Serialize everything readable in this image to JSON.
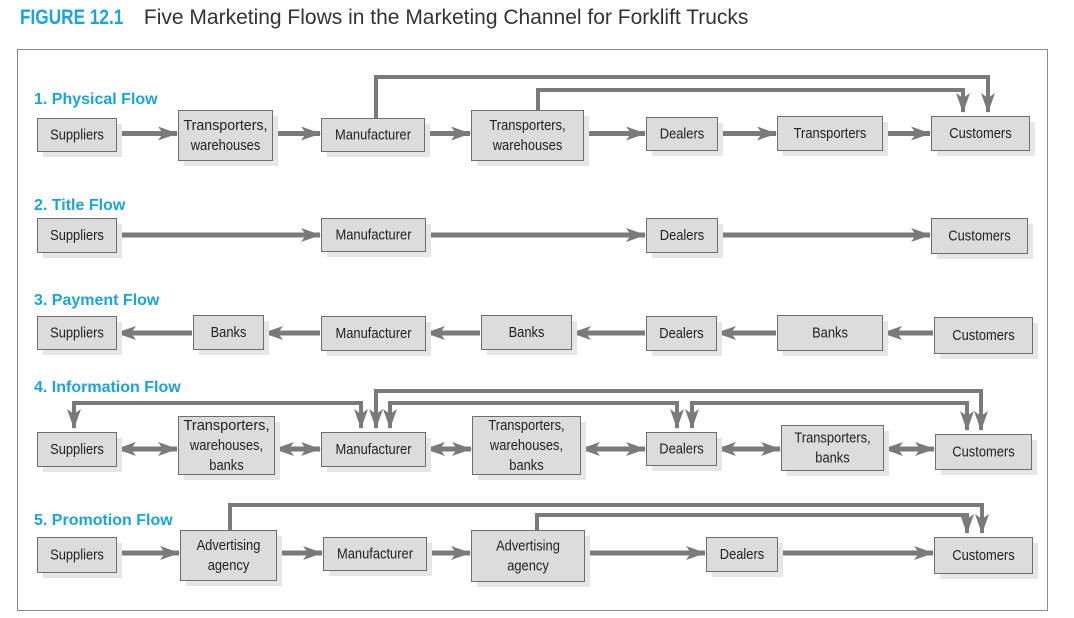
{
  "figure": {
    "number": "FIGURE 12.1",
    "title": "Five Marketing Flows in the Marketing Channel for Forklift Trucks"
  },
  "colors": {
    "accent": "#1aa3dd",
    "box_fill": "#dcdcdc",
    "box_border": "#6e6e6e",
    "box_shadow": "#e6e6e6",
    "arrow": "#7a7a7a",
    "text": "#222222"
  },
  "flows": [
    {
      "id": "physical",
      "label": "1. Physical Flow",
      "nodes": [
        {
          "id": "p1",
          "lines": [
            "Suppliers"
          ]
        },
        {
          "id": "p2",
          "lines": [
            "Transporters,",
            "warehouses"
          ]
        },
        {
          "id": "p3",
          "lines": [
            "Manufacturer"
          ]
        },
        {
          "id": "p4",
          "lines": [
            "Transporters,",
            "warehouses"
          ]
        },
        {
          "id": "p5",
          "lines": [
            "Dealers"
          ]
        },
        {
          "id": "p6",
          "lines": [
            "Transporters"
          ]
        },
        {
          "id": "p7",
          "lines": [
            "Customers"
          ]
        }
      ],
      "links": [
        {
          "from": "p1",
          "to": "p2",
          "dir": "forward"
        },
        {
          "from": "p2",
          "to": "p3",
          "dir": "forward"
        },
        {
          "from": "p3",
          "to": "p4",
          "dir": "forward"
        },
        {
          "from": "p4",
          "to": "p5",
          "dir": "forward"
        },
        {
          "from": "p5",
          "to": "p6",
          "dir": "forward"
        },
        {
          "from": "p6",
          "to": "p7",
          "dir": "forward"
        }
      ],
      "bypasses": [
        {
          "from": "p3",
          "to": "p7"
        },
        {
          "from": "p4",
          "to": "p7"
        }
      ]
    },
    {
      "id": "title",
      "label": "2. Title Flow",
      "nodes": [
        {
          "id": "t1",
          "lines": [
            "Suppliers"
          ]
        },
        {
          "id": "t2",
          "lines": [
            "Manufacturer"
          ]
        },
        {
          "id": "t3",
          "lines": [
            "Dealers"
          ]
        },
        {
          "id": "t4",
          "lines": [
            "Customers"
          ]
        }
      ],
      "links": [
        {
          "from": "t1",
          "to": "t2",
          "dir": "forward"
        },
        {
          "from": "t2",
          "to": "t3",
          "dir": "forward"
        },
        {
          "from": "t3",
          "to": "t4",
          "dir": "forward"
        }
      ],
      "bypasses": []
    },
    {
      "id": "payment",
      "label": "3. Payment Flow",
      "nodes": [
        {
          "id": "m1",
          "lines": [
            "Suppliers"
          ]
        },
        {
          "id": "m2",
          "lines": [
            "Banks"
          ]
        },
        {
          "id": "m3",
          "lines": [
            "Manufacturer"
          ]
        },
        {
          "id": "m4",
          "lines": [
            "Banks"
          ]
        },
        {
          "id": "m5",
          "lines": [
            "Dealers"
          ]
        },
        {
          "id": "m6",
          "lines": [
            "Banks"
          ]
        },
        {
          "id": "m7",
          "lines": [
            "Customers"
          ]
        }
      ],
      "links": [
        {
          "from": "m1",
          "to": "m2",
          "dir": "backward"
        },
        {
          "from": "m2",
          "to": "m3",
          "dir": "backward"
        },
        {
          "from": "m3",
          "to": "m4",
          "dir": "backward"
        },
        {
          "from": "m4",
          "to": "m5",
          "dir": "backward"
        },
        {
          "from": "m5",
          "to": "m6",
          "dir": "backward"
        },
        {
          "from": "m6",
          "to": "m7",
          "dir": "backward"
        }
      ],
      "bypasses": []
    },
    {
      "id": "information",
      "label": "4. Information Flow",
      "nodes": [
        {
          "id": "i1",
          "lines": [
            "Suppliers"
          ]
        },
        {
          "id": "i2",
          "lines": [
            "Transporters,",
            "warehouses,",
            "banks"
          ]
        },
        {
          "id": "i3",
          "lines": [
            "Manufacturer"
          ]
        },
        {
          "id": "i4",
          "lines": [
            "Transporters,",
            "warehouses,",
            "banks"
          ]
        },
        {
          "id": "i5",
          "lines": [
            "Dealers"
          ]
        },
        {
          "id": "i6",
          "lines": [
            "Transporters,",
            "banks"
          ]
        },
        {
          "id": "i7",
          "lines": [
            "Customers"
          ]
        }
      ],
      "links": [
        {
          "from": "i1",
          "to": "i2",
          "dir": "both"
        },
        {
          "from": "i2",
          "to": "i3",
          "dir": "both"
        },
        {
          "from": "i3",
          "to": "i4",
          "dir": "both"
        },
        {
          "from": "i4",
          "to": "i5",
          "dir": "both"
        },
        {
          "from": "i5",
          "to": "i6",
          "dir": "both"
        },
        {
          "from": "i6",
          "to": "i7",
          "dir": "both"
        }
      ],
      "bypasses": [
        {
          "from": "i1",
          "to": "i3",
          "bidirectional": true
        },
        {
          "from": "i3",
          "to": "i7",
          "bidirectional": true
        },
        {
          "from": "i3",
          "to": "i5",
          "bidirectional": true
        },
        {
          "from": "i5",
          "to": "i7",
          "bidirectional": true
        }
      ]
    },
    {
      "id": "promotion",
      "label": "5. Promotion Flow",
      "nodes": [
        {
          "id": "r1",
          "lines": [
            "Suppliers"
          ]
        },
        {
          "id": "r2",
          "lines": [
            "Advertising",
            "agency"
          ]
        },
        {
          "id": "r3",
          "lines": [
            "Manufacturer"
          ]
        },
        {
          "id": "r4",
          "lines": [
            "Advertising",
            "agency"
          ]
        },
        {
          "id": "r5",
          "lines": [
            "Dealers"
          ]
        },
        {
          "id": "r6",
          "lines": [
            "Customers"
          ]
        }
      ],
      "links": [
        {
          "from": "r1",
          "to": "r2",
          "dir": "forward"
        },
        {
          "from": "r2",
          "to": "r3",
          "dir": "forward"
        },
        {
          "from": "r3",
          "to": "r4",
          "dir": "forward"
        },
        {
          "from": "r4",
          "to": "r5",
          "dir": "forward"
        },
        {
          "from": "r5",
          "to": "r6",
          "dir": "forward"
        }
      ],
      "bypasses": [
        {
          "from": "r2",
          "to": "r6"
        },
        {
          "from": "r4",
          "to": "r6"
        }
      ]
    }
  ]
}
